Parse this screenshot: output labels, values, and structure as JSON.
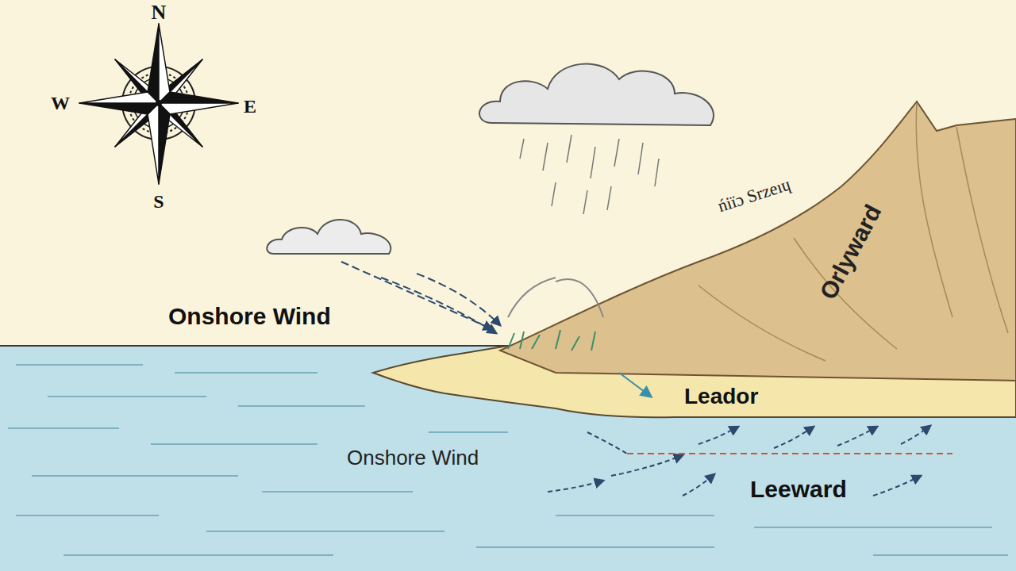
{
  "diagram": {
    "labels": [
      "N",
      "W",
      "E",
      "S",
      "Onshore Wind",
      "ńiïɔ Srzeıɥ",
      "Orlyward",
      "Leador",
      "Onshore Wind",
      "Leeward"
    ]
  }
}
